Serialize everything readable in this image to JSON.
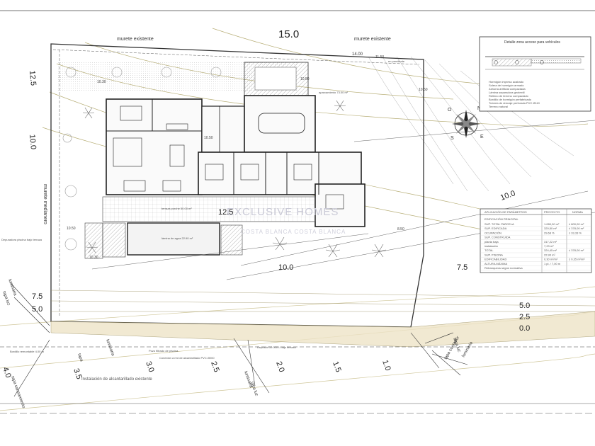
{
  "plan": {
    "wall_labels": {
      "top_left": "murete existente",
      "top_right": "murete existente",
      "left": "murete medianero"
    },
    "lot_width_dim": "15.0",
    "dims": {
      "d12_5_left": "12.5",
      "d10_0_left": "10.0",
      "d14_00": "14.00",
      "d12_5_center": "12.5",
      "d10_0_center": "10.0",
      "d10_0_right": "10.0",
      "d7_5_right": "7.5"
    },
    "levels": [
      "10.30",
      "10.50",
      "10.50",
      "10.50",
      "10.30",
      "10.50",
      "8.50",
      "11.50"
    ],
    "room_notes": {
      "terrace": "terraza porche 50.00 m²",
      "pool": "lámina de agua 22.90 m²",
      "parking": "aparcamiento 73.00 m²",
      "pool_machine": "Depuradora piscina bajo terraza",
      "corner": "en pendiente"
    },
    "contours_bottom": [
      "7.5",
      "5.0",
      "5.0",
      "2.5",
      "0.0"
    ],
    "contour_road": [
      "4.0",
      "3.5",
      "3.0",
      "2.5",
      "2.0",
      "1.5",
      "1.0"
    ],
    "road_notes": {
      "n1": "Bordillo remontable 4.00 m",
      "n2": "Pozo filtrado de piscina",
      "n3": "Conexión a red de alcantarillado PVC Ø200",
      "n4": "Instalación de alcantarillado existente",
      "n5": "Depósito 10.000 L bajo terraza"
    },
    "callouts": [
      "luminaria",
      "tapa luz",
      "tapa saneamiento",
      "luminaria",
      "tapa luz",
      "tapa luz",
      "tapa contador",
      "luminaria",
      "tapa",
      "luminaria"
    ],
    "compass": {
      "n": "N",
      "s": "S",
      "e": "E",
      "o": "O"
    },
    "watermark": {
      "line1": "EXCLUSIVE HOMES",
      "line2": "COSTA BLANCA     COSTA BLANCA"
    }
  },
  "detail": {
    "title": "Detalle zona acceso para vehículos",
    "legend": [
      "Hormigón impreso acabado",
      "Solera de hormigón armado",
      "Zahorra artificial compactada",
      "Lámina separadora geotextil",
      "Relleno de terreno compactado",
      "Bordillo de hormigón prefabricado",
      "Tubería de drenaje perforada PVC Ø110",
      "Terreno natural"
    ]
  },
  "table": {
    "title": "APLICACIÓN DE PARÁMETROS",
    "col1": "PROYECTO",
    "col2": "NORMA",
    "section": "EDIFICACIÓN PRINCIPAL",
    "rows": [
      {
        "label": "SUP. TOTAL PARCELA",
        "v1": "1.080,00 m²",
        "v2": "≥ 800,00 m²"
      },
      {
        "label": "SUP. EDIFICADA",
        "v1": "320,50 m²",
        "v2": "≤ 378,00 m²"
      },
      {
        "label": "OCUPACIÓN",
        "v1": "29,68 %",
        "v2": "≤ 33,33 %"
      },
      {
        "label": "SUP. CONSTRUIDA",
        "v1": "",
        "v2": ""
      },
      {
        "label": "planta baja",
        "v1": "317,22 m²",
        "v2": ""
      },
      {
        "label": "instalación",
        "v1": "7,23 m²",
        "v2": ""
      },
      {
        "label": "TOTAL",
        "v1": "324,45 m²",
        "v2": "≤ 378,00 m²"
      },
      {
        "label": "SUP. PISCINA",
        "v1": "22,90 m²",
        "v2": ""
      },
      {
        "label": "EDIFICABILIDAD",
        "v1": "0,30 m²/m²",
        "v2": "≤ 0,35 m²/m²"
      },
      {
        "label": "ALTURA MÁXIMA",
        "v1": "1 pl. / 7,00 m",
        "v2": ""
      },
      {
        "label": "Retranqueos según normativa",
        "v1": "",
        "v2": ""
      }
    ]
  }
}
